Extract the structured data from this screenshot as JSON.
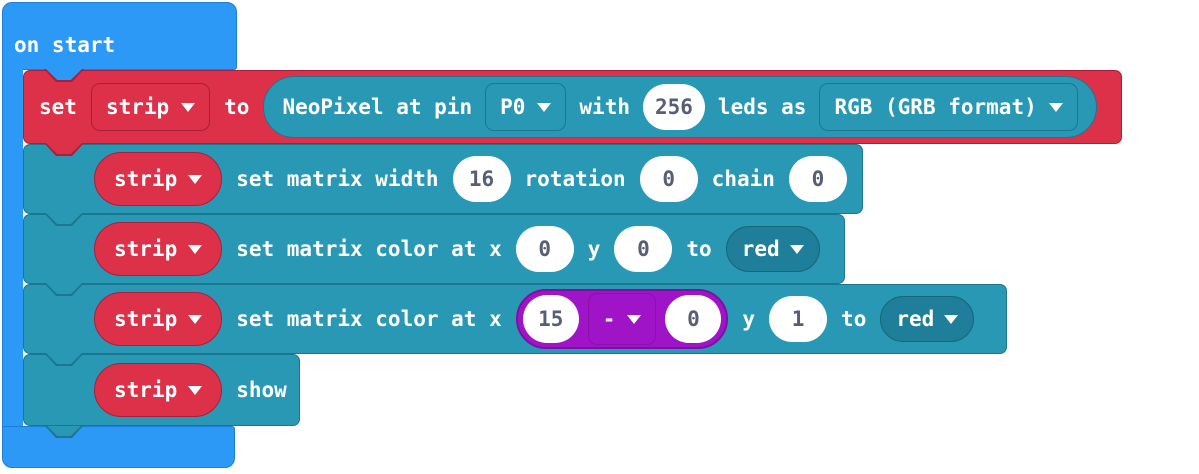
{
  "colors": {
    "blue": "#2B99F5",
    "red": "#DC3148",
    "teal": "#2898B5",
    "dark_teal": "#1F7E99",
    "purple": "#A014C8",
    "number_text": "#575E75"
  },
  "on_start": {
    "label": "on start"
  },
  "set_strip": {
    "set": "set",
    "variable": "strip",
    "to": "to",
    "neopixel": {
      "label": "NeoPixel at pin",
      "pin": "P0",
      "with": "with",
      "leds": "256",
      "leds_as": "leds as",
      "format": "RGB (GRB format)"
    }
  },
  "matrix_width": {
    "variable": "strip",
    "label": "set matrix width",
    "width": "16",
    "rotation_label": "rotation",
    "rotation": "0",
    "chain_label": "chain",
    "chain": "0"
  },
  "color_at_1": {
    "variable": "strip",
    "label": "set matrix color at x",
    "x": "0",
    "y_label": "y",
    "y": "0",
    "to": "to",
    "color": "red"
  },
  "color_at_2": {
    "variable": "strip",
    "label": "set matrix color at x",
    "math": {
      "a": "15",
      "op": "-",
      "b": "0"
    },
    "y_label": "y",
    "y": "1",
    "to": "to",
    "color": "red"
  },
  "show_block": {
    "variable": "strip",
    "label": "show"
  }
}
